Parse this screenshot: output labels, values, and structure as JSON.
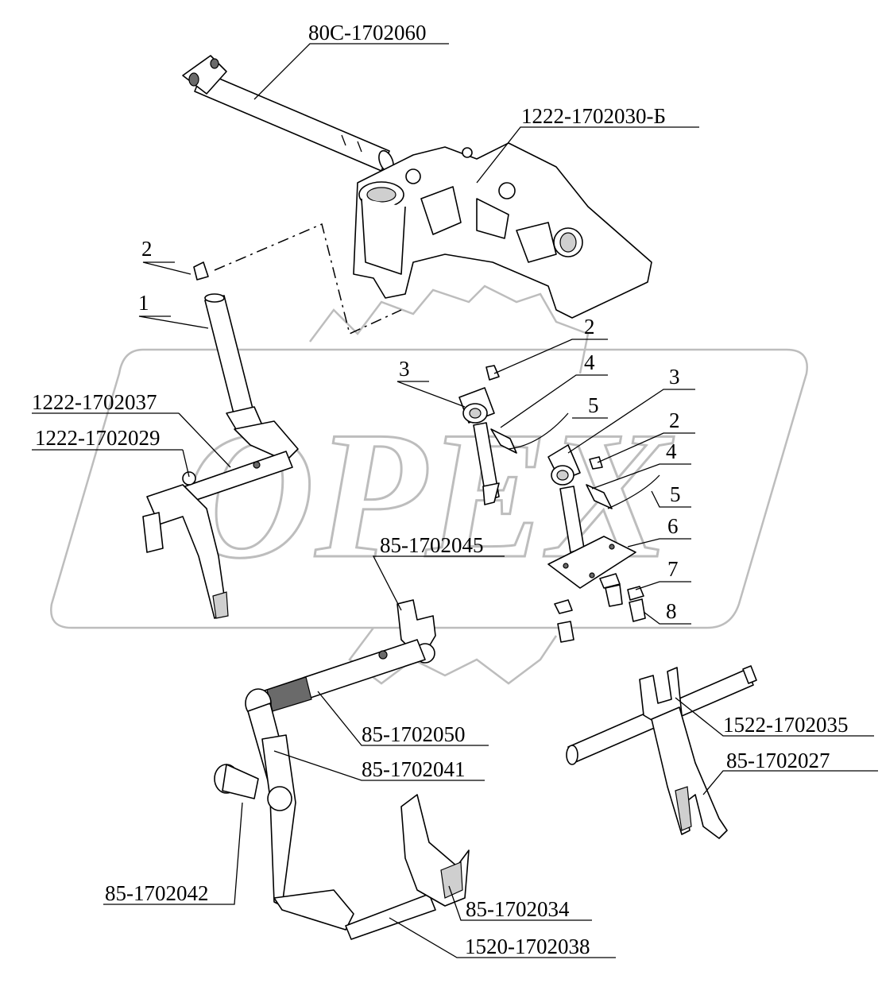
{
  "diagram": {
    "watermark": "OPEX",
    "colors": {
      "line": "#000000",
      "watermark": "#bdbdbd",
      "shade": "#cfcfcf"
    },
    "callouts": {
      "c80c": "80С-1702060",
      "c1222_030": "1222-1702030-Б",
      "c1222_037": "1222-1702037",
      "c1222_029": "1222-1702029",
      "c85_045": "85-1702045",
      "c85_050": "85-1702050",
      "c85_041": "85-1702041",
      "c85_042": "85-1702042",
      "c85_034": "85-1702034",
      "c1520_038": "1520-1702038",
      "c1522_035": "1522-1702035",
      "c85_027": "85-1702027"
    },
    "numbers": {
      "n2a": "2",
      "n1": "1",
      "n2b": "2",
      "n3a": "3",
      "n4a": "4",
      "n5a": "5",
      "n3b": "3",
      "n2c": "2",
      "n4b": "4",
      "n5b": "5",
      "n6": "6",
      "n7": "7",
      "n8": "8"
    }
  }
}
